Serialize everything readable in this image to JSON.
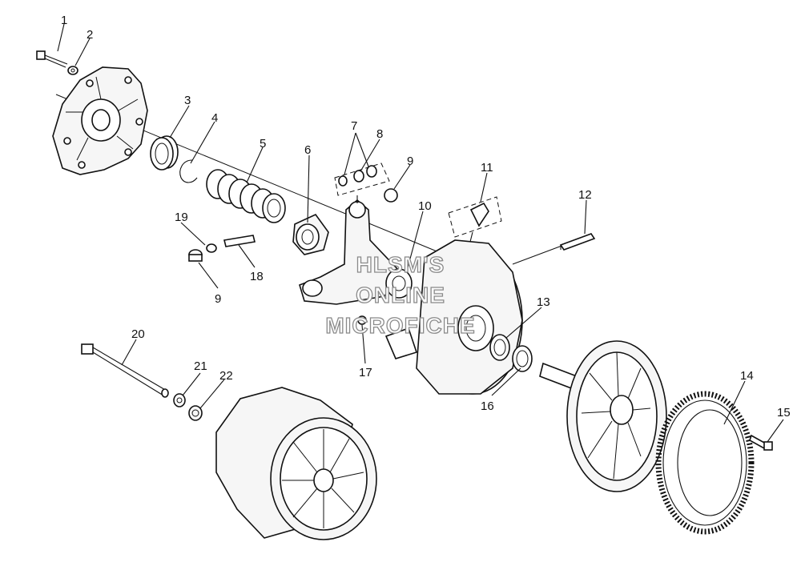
{
  "diagram": {
    "callouts": [
      "1",
      "2",
      "3",
      "4",
      "5",
      "6",
      "7",
      "8",
      "9",
      "9",
      "10",
      "11",
      "12",
      "13",
      "14",
      "15",
      "16",
      "17",
      "18",
      "19",
      "20",
      "21",
      "22"
    ]
  },
  "watermark": {
    "line1": "HLSM'S",
    "line2": "ONLINE",
    "line3": "MICROFICHE"
  }
}
